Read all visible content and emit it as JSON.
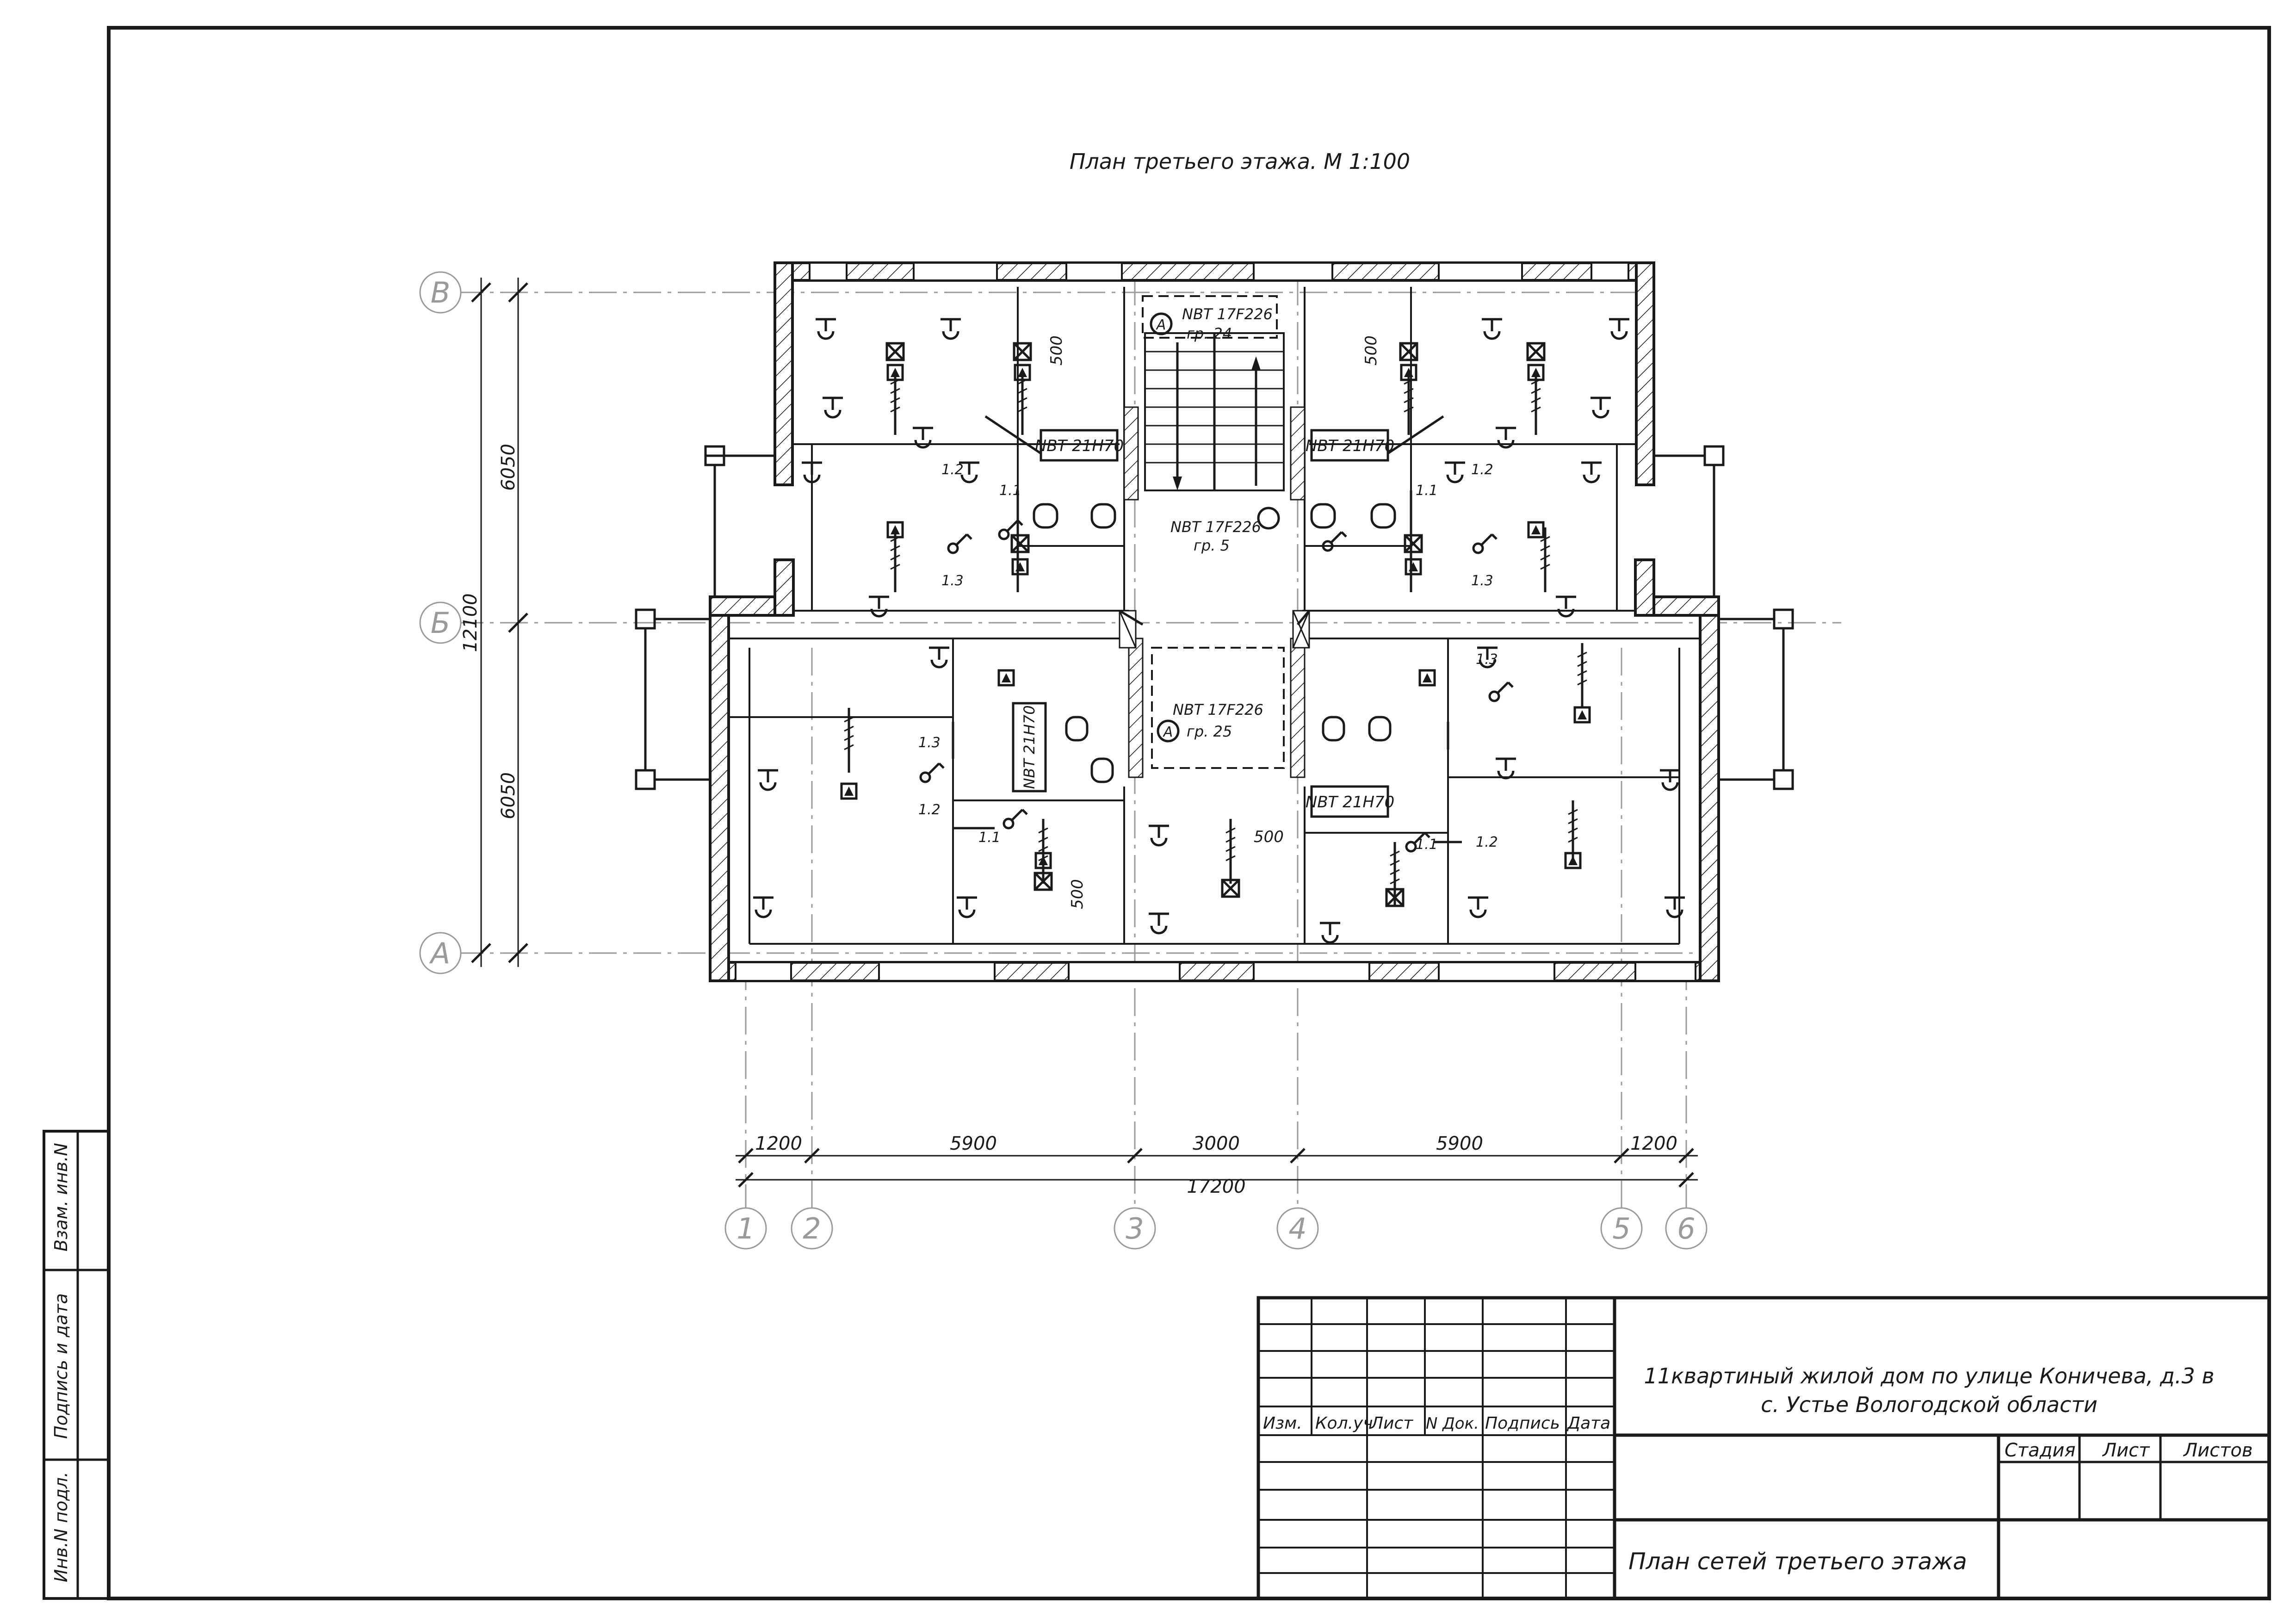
{
  "drawing": {
    "title": "План третьего этажа. М 1:100",
    "grid_rows": [
      "В",
      "Б",
      "А"
    ],
    "grid_cols": [
      "1",
      "2",
      "3",
      "4",
      "5",
      "6"
    ],
    "dims_vertical": {
      "upper": "6050",
      "lower": "6050",
      "total": "12100"
    },
    "dims_horizontal": [
      "1200",
      "5900",
      "3000",
      "5900",
      "1200"
    ],
    "dim_total": "17200",
    "panels": [
      {
        "name": "NBT 17F226",
        "group": "гр. 24",
        "marker": "А"
      },
      {
        "name": "NBT 17F226",
        "group": "гр. 5"
      },
      {
        "name": "NBT 17F226",
        "group": "гр. 25",
        "marker": "А"
      }
    ],
    "baths": [
      "NBT 21H70",
      "NBT 21H70",
      "NBT 21H70",
      "NBT 21H70"
    ],
    "line_tags": [
      "1.1",
      "1.2",
      "1.3",
      "1.1",
      "1.2",
      "1.3",
      "1.3",
      "1.2",
      "1.1",
      "1.3",
      "1.2",
      "1.1"
    ],
    "clearance_labels": [
      "500",
      "500",
      "500",
      "500"
    ]
  },
  "side_stamp": [
    "Взам. инв.N",
    "Подпись и дата",
    "Инв.N подл."
  ],
  "title_block": {
    "columns": [
      "Изм.",
      "Кол.уч",
      "Лист",
      "N Док.",
      "Подпись",
      "Дата"
    ],
    "project_line1": "11квартиный жилой дом по улице Коничева, д.3 в",
    "project_line2": "с. Устье Вологодской области",
    "stage_headers": [
      "Стадия",
      "Лист",
      "Листов"
    ],
    "sheet_title": "План сетей третьего этажа"
  }
}
